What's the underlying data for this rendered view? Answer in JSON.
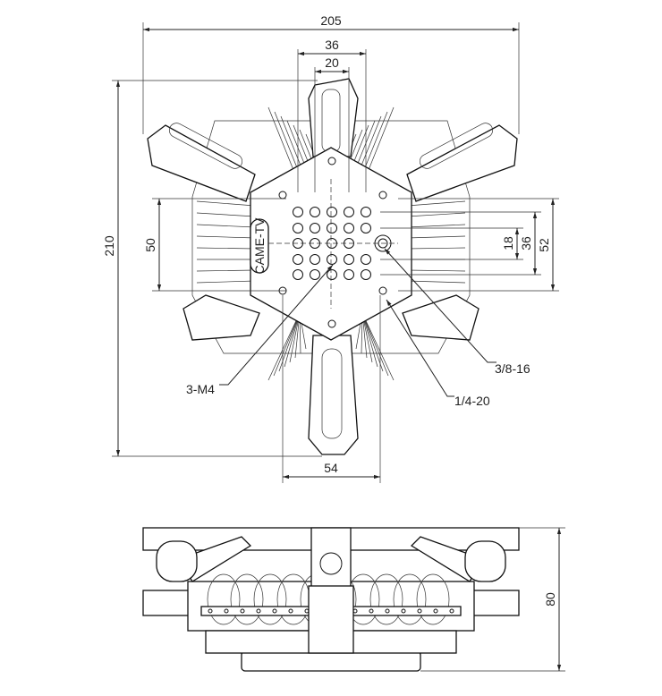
{
  "drawing": {
    "brand_label": "CAME-TV",
    "top_view": {
      "overall_width": "205",
      "overall_height": "210",
      "hole_spacing_outer": "36",
      "hole_spacing_inner": "20",
      "left_vertical": "50",
      "right_small": "18",
      "right_mid": "36",
      "right_large": "52",
      "bottom_width": "54",
      "callout_large_thread": "3/8-16",
      "callout_m4": "3-M4",
      "callout_small_thread": "1/4-20"
    },
    "side_view": {
      "height": "80"
    }
  }
}
